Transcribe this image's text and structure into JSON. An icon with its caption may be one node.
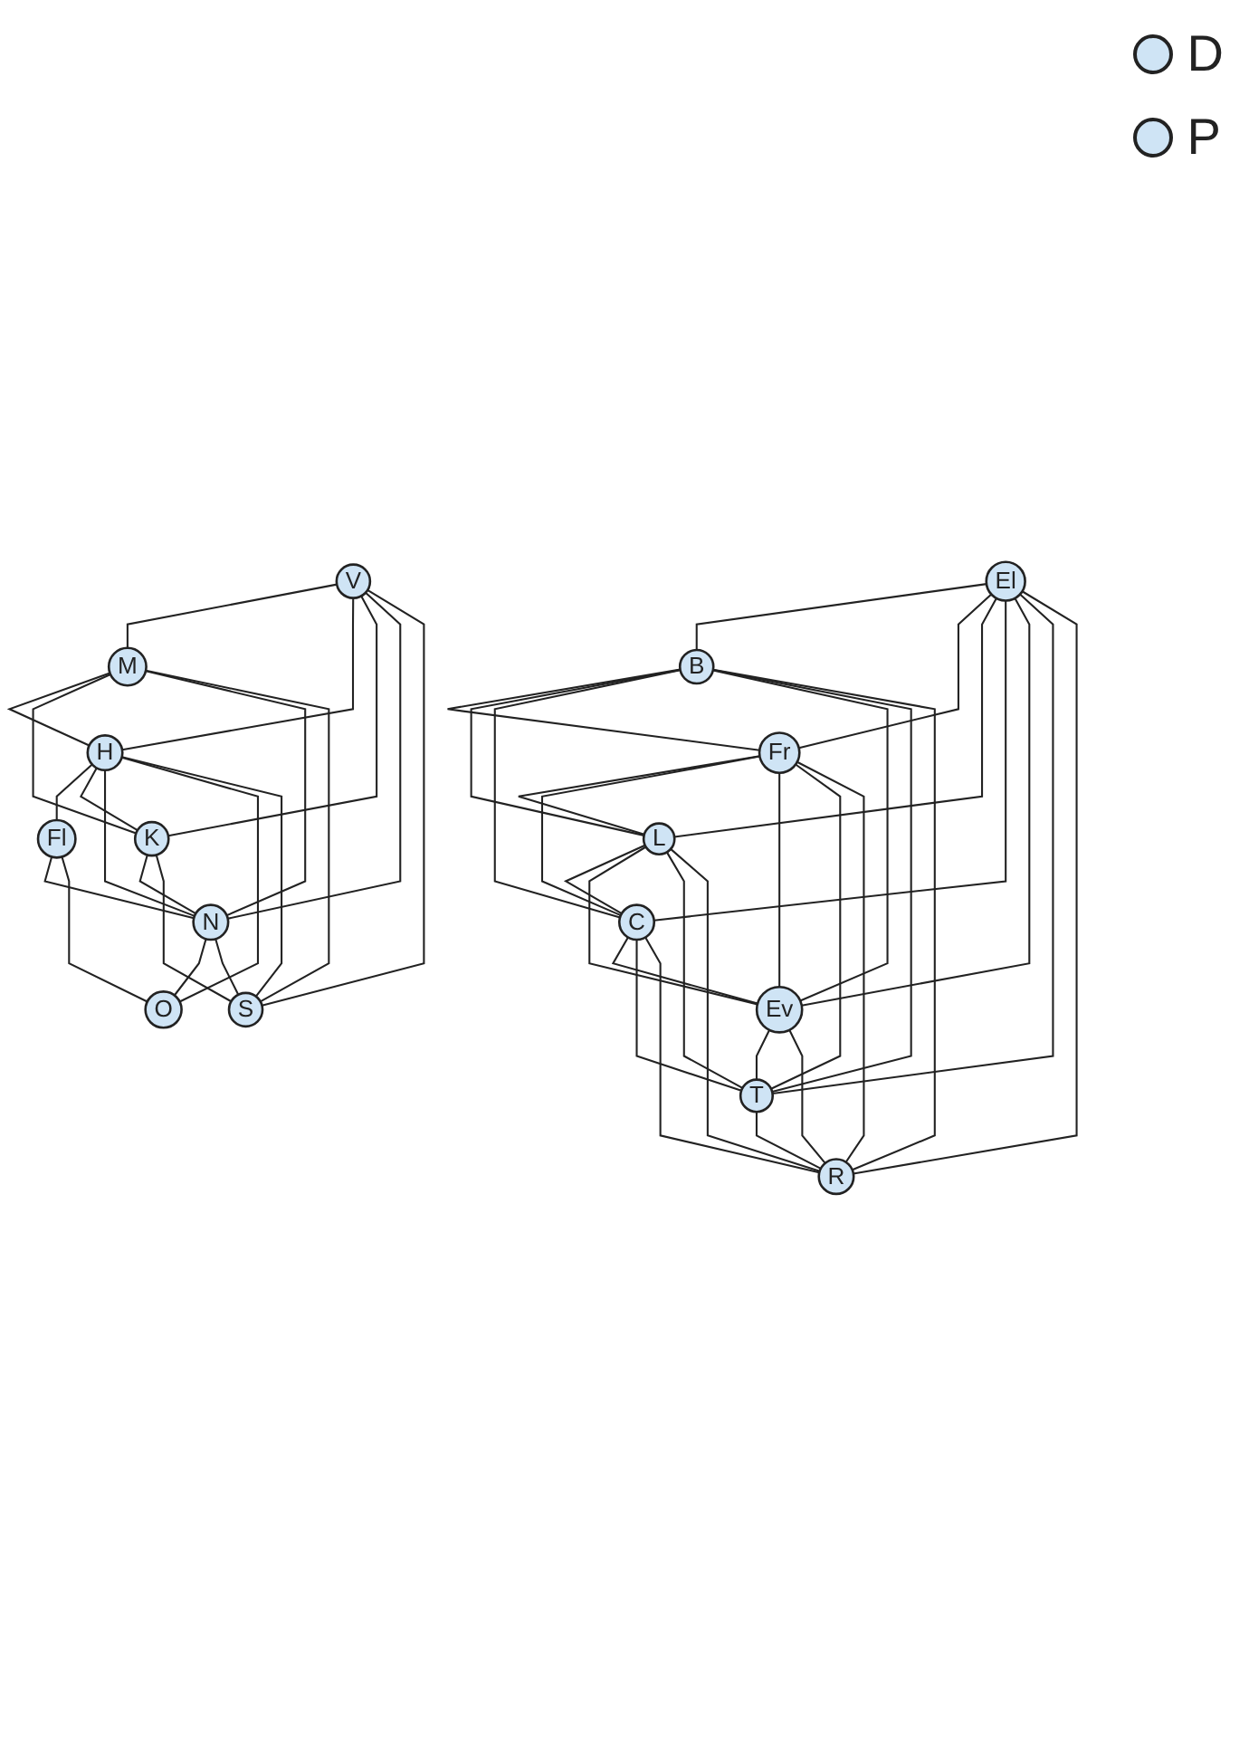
{
  "diagram": {
    "nodes": [
      {
        "text": [
          "El"
        ]
      },
      {
        "text": [
          "B"
        ]
      },
      {
        "text": [
          "Fr"
        ]
      },
      {
        "text": [
          "L"
        ]
      },
      {
        "text": [
          "C"
        ]
      },
      {
        "text": [
          "Ev"
        ]
      },
      {
        "text": [
          "T"
        ]
      },
      {
        "text": [
          "R"
        ]
      },
      {
        "text": [
          "V"
        ]
      },
      {
        "text": [
          "M"
        ]
      },
      {
        "text": [
          "H"
        ]
      },
      {
        "text": [
          "Fl"
        ]
      },
      {
        "text": [
          "K"
        ]
      },
      {
        "text": [
          "N"
        ]
      },
      {
        "text": [
          "O"
        ]
      },
      {
        "text": [
          "S"
        ]
      }
    ],
    "edges": [
      {
        "from": 0,
        "to": 1,
        "arrow": "none"
      },
      {
        "from": 0,
        "to": 2,
        "arrow": "none"
      },
      {
        "from": 0,
        "to": 3,
        "arrow": "none"
      },
      {
        "from": 0,
        "to": 4,
        "arrow": "none"
      },
      {
        "from": 0,
        "to": 5,
        "arrow": "none"
      },
      {
        "from": 0,
        "to": 6,
        "arrow": "none"
      },
      {
        "from": 0,
        "to": 7,
        "arrow": "none"
      },
      {
        "from": 1,
        "to": 2,
        "arrow": "none"
      },
      {
        "from": 1,
        "to": 3,
        "arrow": "none"
      },
      {
        "from": 1,
        "to": 4,
        "arrow": "none"
      },
      {
        "from": 1,
        "to": 5,
        "arrow": "none"
      },
      {
        "from": 1,
        "to": 6,
        "arrow": "none"
      },
      {
        "from": 1,
        "to": 7,
        "arrow": "none"
      },
      {
        "from": 2,
        "to": 3,
        "arrow": "none"
      },
      {
        "from": 2,
        "to": 4,
        "arrow": "none"
      },
      {
        "from": 2,
        "to": 5,
        "arrow": "none"
      },
      {
        "from": 2,
        "to": 6,
        "arrow": "none"
      },
      {
        "from": 2,
        "to": 7,
        "arrow": "none"
      },
      {
        "from": 3,
        "to": 4,
        "arrow": "none"
      },
      {
        "from": 3,
        "to": 5,
        "arrow": "none"
      },
      {
        "from": 3,
        "to": 6,
        "arrow": "none"
      },
      {
        "from": 3,
        "to": 7,
        "arrow": "none"
      },
      {
        "from": 4,
        "to": 5,
        "arrow": "none"
      },
      {
        "from": 4,
        "to": 6,
        "arrow": "none"
      },
      {
        "from": 4,
        "to": 7,
        "arrow": "none"
      },
      {
        "from": 5,
        "to": 6,
        "arrow": "none"
      },
      {
        "from": 5,
        "to": 7,
        "arrow": "none"
      },
      {
        "from": 6,
        "to": 7,
        "arrow": "none"
      },
      {
        "from": 8,
        "to": 9,
        "arrow": "none"
      },
      {
        "from": 8,
        "to": 10,
        "arrow": "none"
      },
      {
        "from": 8,
        "to": 12,
        "arrow": "none"
      },
      {
        "from": 8,
        "to": 13,
        "arrow": "none"
      },
      {
        "from": 8,
        "to": 15,
        "arrow": "none"
      },
      {
        "from": 9,
        "to": 10,
        "arrow": "none"
      },
      {
        "from": 9,
        "to": 12,
        "arrow": "none"
      },
      {
        "from": 9,
        "to": 13,
        "arrow": "none"
      },
      {
        "from": 9,
        "to": 15,
        "arrow": "none"
      },
      {
        "from": 10,
        "to": 11,
        "arrow": "none"
      },
      {
        "from": 10,
        "to": 12,
        "arrow": "none"
      },
      {
        "from": 10,
        "to": 13,
        "arrow": "none"
      },
      {
        "from": 10,
        "to": 14,
        "arrow": "none"
      },
      {
        "from": 10,
        "to": 15,
        "arrow": "none"
      },
      {
        "from": 11,
        "to": 13,
        "arrow": "none"
      },
      {
        "from": 11,
        "to": 14,
        "arrow": "none"
      },
      {
        "from": 12,
        "to": 13,
        "arrow": "none"
      },
      {
        "from": 12,
        "to": 15,
        "arrow": "none"
      },
      {
        "from": 13,
        "to": 14,
        "arrow": "none"
      },
      {
        "from": 13,
        "to": 15,
        "arrow": "none"
      }
    ],
    "legend": [
      {
        "text": "D",
        "color": "#cfe4f5"
      },
      {
        "text": "P",
        "color": "#cfe4f5"
      }
    ]
  }
}
